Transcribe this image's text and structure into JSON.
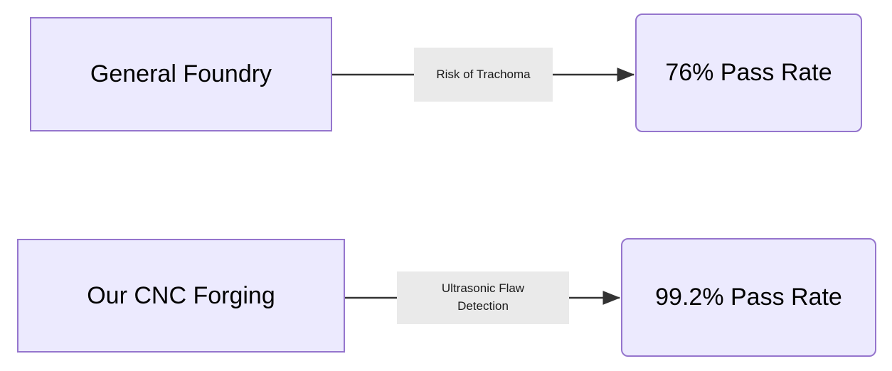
{
  "diagram": {
    "type": "flowchart",
    "direction": "left-to-right",
    "background_color": "#ffffff",
    "node_fill_color": "#ECEAFE",
    "node_border_color": "#9575CD",
    "edge_color": "#333333",
    "edge_label_background": "#EAEAEA",
    "text_color": "#000000"
  },
  "nodes": {
    "source_top": {
      "label": "General Foundry",
      "shape": "rectangle"
    },
    "target_top": {
      "label": "76% Pass Rate",
      "shape": "rounded-rectangle"
    },
    "source_bottom": {
      "label": "Our CNC Forging",
      "shape": "rectangle"
    },
    "target_bottom": {
      "label": "99.2% Pass Rate",
      "shape": "rounded-rectangle"
    }
  },
  "edges": {
    "top": {
      "label": "Risk of Trachoma",
      "from": "General Foundry",
      "to": "76% Pass Rate",
      "arrow": "arrowhead-icon"
    },
    "bottom": {
      "label_line1": "Ultrasonic Flaw",
      "label_line2": "Detection",
      "from": "Our CNC Forging",
      "to": "99.2% Pass Rate",
      "arrow": "arrowhead-icon"
    }
  }
}
